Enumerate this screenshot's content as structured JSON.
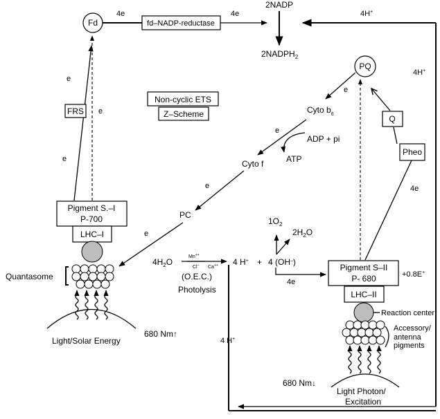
{
  "labels": {
    "fd": "Fd",
    "fd_nadp_reductase": "fd–NADP-reductase",
    "four_e_left": "4e",
    "four_e_right": "4e",
    "nadp": "2NADP",
    "nadph": "2NADPH",
    "nadph_sub": "2",
    "top_4h": "4H",
    "right_4h": "4H",
    "pq": "PQ",
    "e_pq": "e",
    "cyto_b6": "Cyto b",
    "cyto_b6_sub": "6",
    "e_b6_f": "e",
    "adp_pi": "ADP + pi",
    "atp": "ATP",
    "cyto_f": "Cyto f",
    "e_f_pc": "e",
    "pc": "PC",
    "e_pc_ps1": "e",
    "non_cyclic": "Non-cyclic ETS",
    "z_scheme": "Z–Scheme",
    "frs": "FRS",
    "e_frs_top": "e",
    "e_frs_side": "e",
    "e_frs_bottom": "e",
    "ps1_line1": "Pigment S.–I",
    "ps1_line2": "P-700",
    "lhc1": "LHC–I",
    "quantasome": "Quantasome",
    "light_solar": "Light/Solar Energy",
    "nm_680_up": "680  Nm↑",
    "water": "4H",
    "water_o": "O",
    "water_sub": "2",
    "mn": "Mn",
    "cl": "Cl",
    "ca": "Ca",
    "oec": "(O.E.C.)",
    "photolysis": "Photolysis",
    "four_h_plus": "4 H",
    "plus": "+",
    "four_oh": "4 (OH",
    "oh_close": ")",
    "o2": "1O",
    "o2_sub": "2",
    "h2o": "2H",
    "h2o_sub": "2",
    "h2o_o": "O",
    "four_e_ps2": "4e",
    "ps2_line1": "Pigment S–II",
    "ps2_line2": "P- 680",
    "lhc2": "LHC–II",
    "plus_08": "+0.8E",
    "q": "Q",
    "pheo": "Pheo",
    "four_e_pheo": "4e",
    "reaction_center": "Reaction center",
    "accessory1": "Accessory/",
    "accessory2": "antenna",
    "accessory3": "pigments",
    "four_h_bottom": "4  H",
    "nm_680_down": "680  Nm↓",
    "light_photon1": "Light Photon/",
    "light_photon2": "Excitation"
  }
}
